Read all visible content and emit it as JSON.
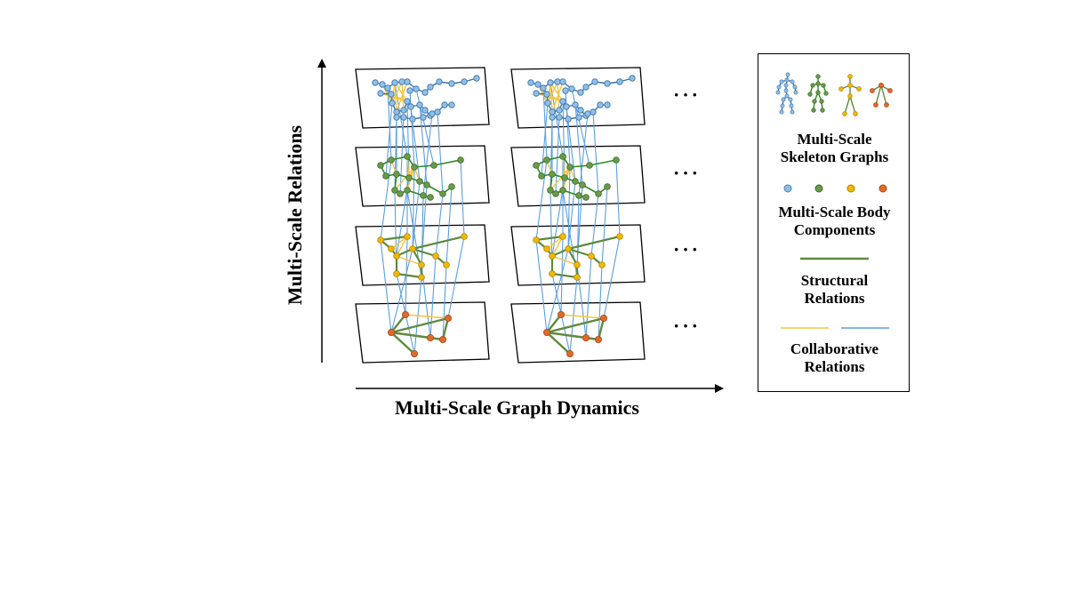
{
  "axes": {
    "x_label": "Multi-Scale Graph Dynamics",
    "y_label": "Multi-Scale Relations"
  },
  "ellipsis": "···",
  "legend": {
    "skeleton_graphs": "Multi-Scale\nSkeleton Graphs",
    "body_components": "Multi-Scale Body\nComponents",
    "structural_relations": "Structural\nRelations",
    "collaborative_relations": "Collaborative\nRelations"
  },
  "colors": {
    "joint_blue": "#8fc0e8",
    "joint_blue_stroke": "#4a7fb0",
    "blue_edge": "#3f6f9e",
    "green_node": "#6a9a4a",
    "green_edge": "#2f8a22",
    "yellow_node": "#f2b800",
    "orange_node": "#e06a28",
    "structural": "#5f8a3e",
    "collab_yellow": "#f5c43a",
    "collab_blue": "#5a9fe0"
  },
  "icons": [
    "joint-skeleton-icon",
    "part-skeleton-icon",
    "limb-skeleton-icon",
    "body-skeleton-icon"
  ]
}
